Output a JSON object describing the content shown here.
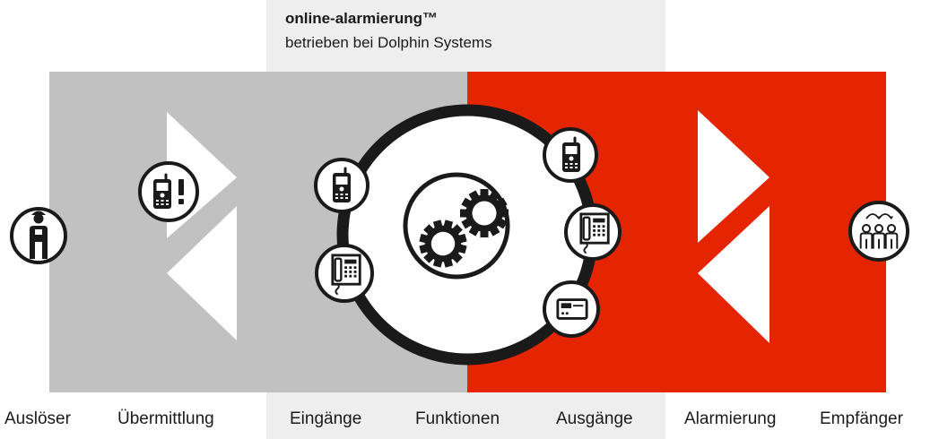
{
  "header": {
    "title": "online-alarmierung™",
    "subtitle": "betrieben bei Dolphin Systems"
  },
  "stages": [
    "Auslöser",
    "Übermittlung",
    "Eingänge",
    "Funktionen",
    "Ausgänge",
    "Alarmierung",
    "Empfänger"
  ],
  "colors": {
    "grey_zone": "#c1c1c1",
    "red_zone": "#e52401",
    "band": "#eeeeee",
    "ink": "#1a1a1a"
  },
  "icons": {
    "trigger": "worker-icon",
    "transmission": "mobile-phone-alert-icon",
    "inputs": [
      "mobile-phone-icon",
      "desk-phone-icon"
    ],
    "functions": "gears-icon",
    "outputs": [
      "mobile-phone-icon",
      "desk-phone-icon",
      "pager-display-icon"
    ],
    "recipients": "group-of-people-icon"
  }
}
